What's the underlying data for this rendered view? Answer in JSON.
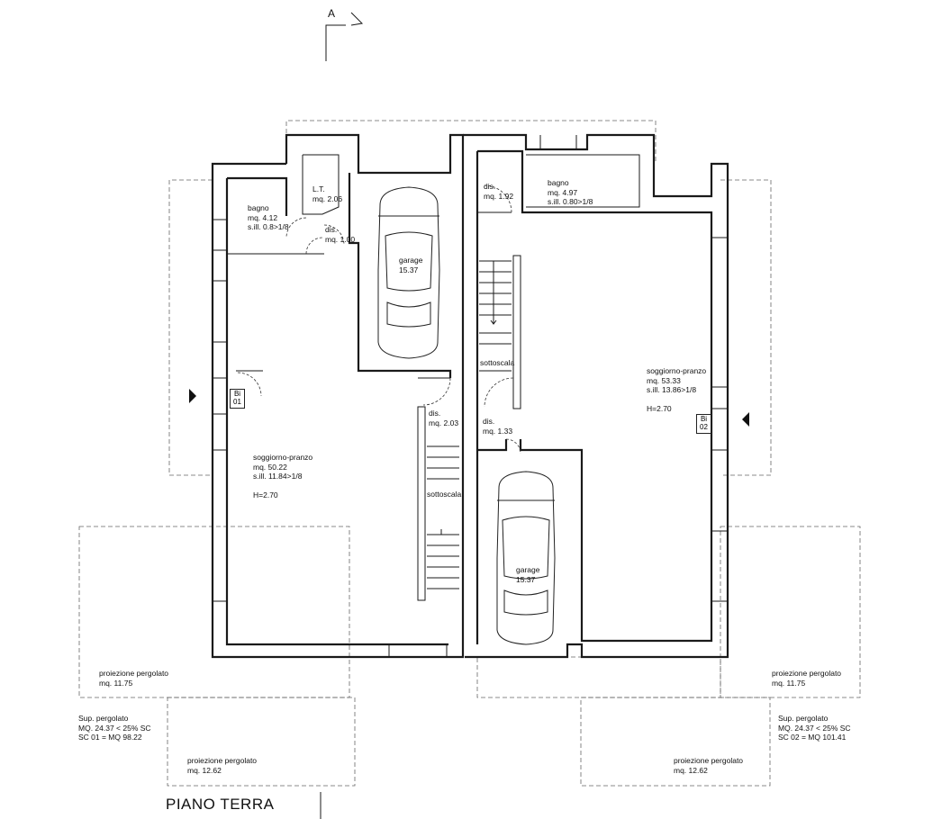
{
  "drawing": {
    "title": "PIANO TERRA",
    "section_marker": "A"
  },
  "unit_left": {
    "bagno": {
      "name": "bagno",
      "area": "mq. 4.12",
      "ratio": "s.ill. 0.8>1/8"
    },
    "lt": {
      "name": "L.T.",
      "area": "mq. 2.06"
    },
    "dis1": {
      "name": "dis.",
      "area": "mq. 1.00"
    },
    "garage": {
      "name": "garage",
      "area": "15.37"
    },
    "dis2": {
      "name": "dis.",
      "area": "mq. 2.03"
    },
    "soggiorno": {
      "name": "soggiorno-pranzo",
      "area": "mq. 50.22",
      "ratio": "s.ill. 11.84>1/8",
      "height": "H=2.70"
    },
    "sottoscala": "sottoscala",
    "entrance": {
      "line1": "Bi",
      "line2": "01"
    },
    "pergola_left": {
      "label": "proiezione pergolato",
      "area": "mq. 11.75"
    },
    "pergola_bottom": {
      "label": "proiezione pergolato",
      "area": "mq. 12.62"
    },
    "summary": {
      "line1": "Sup. pergolato",
      "line2": "MQ. 24.37 < 25% SC",
      "line3": "SC 01 = MQ 98.22"
    }
  },
  "unit_right": {
    "dis1": {
      "name": "dis.",
      "area": "mq. 1.92"
    },
    "bagno": {
      "name": "bagno",
      "area": "mq. 4.97",
      "ratio": "s.ill. 0.80>1/8"
    },
    "sottoscala": "sottoscala",
    "dis2": {
      "name": "dis.",
      "area": "mq. 1.33"
    },
    "soggiorno": {
      "name": "soggiorno-pranzo",
      "area": "mq. 53.33",
      "ratio": "s.ill. 13.86>1/8",
      "height": "H=2.70"
    },
    "entrance": {
      "line1": "Bi",
      "line2": "02"
    },
    "garage": {
      "name": "garage",
      "area": "15.37"
    },
    "pergola_right": {
      "label": "proiezione pergolato",
      "area": "mq. 11.75"
    },
    "pergola_bottom": {
      "label": "proiezione pergolato",
      "area": "mq. 12.62"
    },
    "summary": {
      "line1": "Sup. pergolato",
      "line2": "MQ. 24.37 < 25% SC",
      "line3": "SC 02 = MQ 101.41"
    }
  }
}
